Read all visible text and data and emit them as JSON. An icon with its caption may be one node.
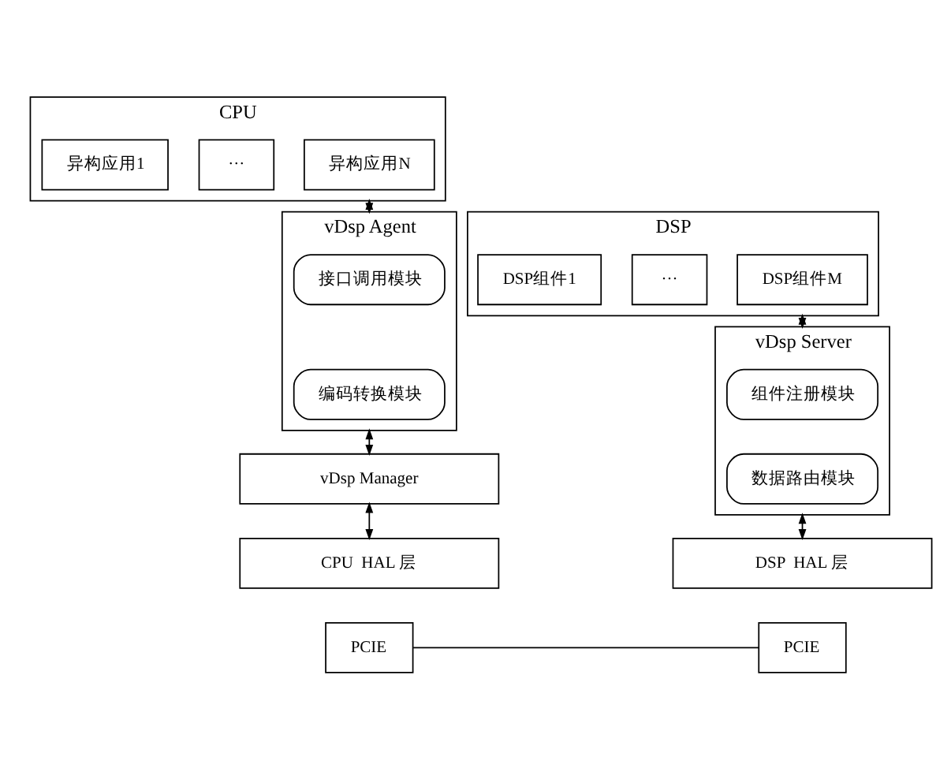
{
  "diagram": {
    "nodes": [
      {
        "text": [
          "CPU"
        ]
      },
      {
        "text": [
          "异构应用1"
        ],
        "in": 0
      },
      {
        "text": [
          "···"
        ],
        "in": 0
      },
      {
        "text": [
          "异构应用N"
        ],
        "in": 0
      },
      {
        "text": [
          "vDsp Agent"
        ]
      },
      {
        "text": [
          "接口调用模块"
        ],
        "in": 4
      },
      {
        "text": [
          "编码转换模块"
        ],
        "in": 4
      },
      {
        "text": [
          "vDsp Manager"
        ]
      },
      {
        "text": [
          "CPU  HAL 层"
        ]
      },
      {
        "text": [
          "PCIE"
        ]
      },
      {
        "text": [
          "DSP"
        ]
      },
      {
        "text": [
          "DSP组件1"
        ],
        "in": 10
      },
      {
        "text": [
          "···"
        ],
        "in": 10
      },
      {
        "text": [
          "DSP组件M"
        ],
        "in": 10
      },
      {
        "text": [
          "vDsp Server"
        ]
      },
      {
        "text": [
          "组件注册模块"
        ],
        "in": 14
      },
      {
        "text": [
          "数据路由模块"
        ],
        "in": 14
      },
      {
        "text": [
          "DSP  HAL 层"
        ]
      },
      {
        "text": [
          "PCIE"
        ]
      }
    ],
    "edges": [
      {
        "from": 0,
        "to": 4,
        "arrow": "both"
      },
      {
        "from": 4,
        "to": 7,
        "arrow": "both"
      },
      {
        "from": 7,
        "to": 8,
        "arrow": "both"
      },
      {
        "from": 10,
        "to": 14,
        "arrow": "both"
      },
      {
        "from": 14,
        "to": 17,
        "arrow": "both"
      },
      {
        "from": 9,
        "to": 18,
        "arrow": "none"
      }
    ]
  }
}
